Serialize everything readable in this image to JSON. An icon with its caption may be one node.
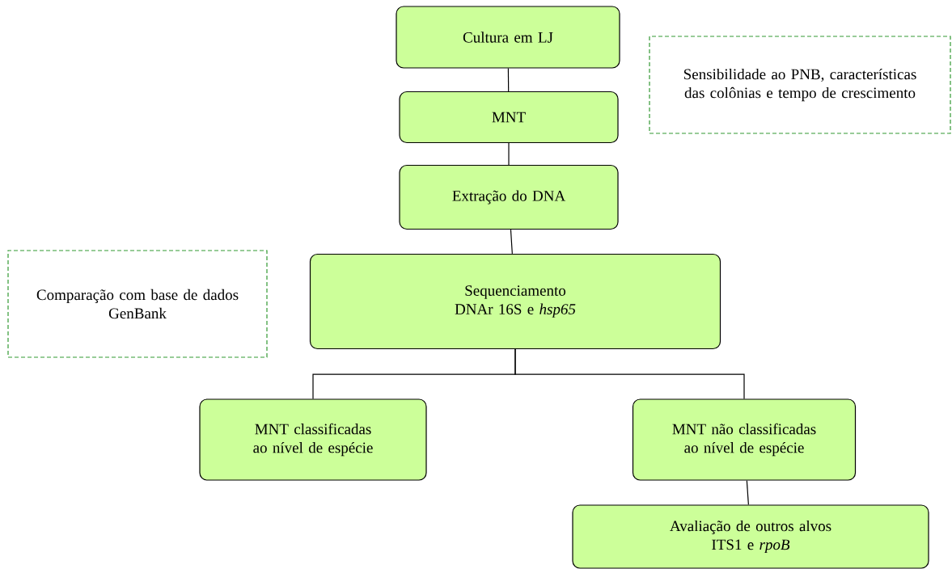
{
  "diagram": {
    "nodes": [
      {
        "text": [
          "Cultura em LJ"
        ]
      },
      {
        "text": [
          "MNT"
        ]
      },
      {
        "text": [
          "Extração do DNA"
        ]
      },
      {
        "text": [
          "Sequenciamento",
          "DNAr 16S e *hsp65*"
        ]
      },
      {
        "text": [
          "Sensibilidade ao PNB, características das colônias e tempo de crescimento"
        ]
      },
      {
        "text": [
          "Comparação com base de dados",
          "GenBank"
        ]
      },
      {
        "text": [
          "MNT classificadas ao nível de espécie"
        ]
      },
      {
        "text": [
          "MNT não classificadas ao nível de espécie"
        ]
      },
      {
        "text": [
          "Avaliação de outros alvos",
          "ITS1 e *rpoB*"
        ]
      }
    ],
    "edges": [
      {
        "from": 0,
        "to": 1,
        "arrow": "none"
      },
      {
        "from": 1,
        "to": 2,
        "arrow": "none"
      },
      {
        "from": 2,
        "to": 3,
        "arrow": "none"
      },
      {
        "from": 3,
        "to": 6,
        "arrow": "none"
      },
      {
        "from": 3,
        "to": 7,
        "arrow": "none"
      },
      {
        "from": 7,
        "to": 8,
        "arrow": "none"
      }
    ]
  }
}
